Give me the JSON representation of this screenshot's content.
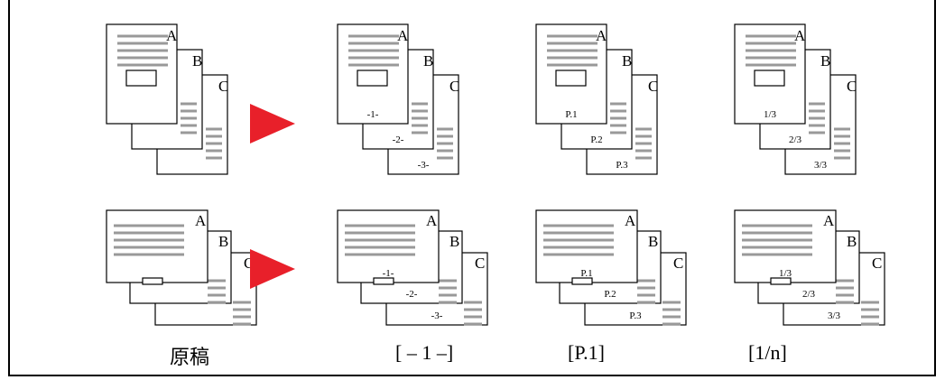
{
  "header_fragment": "",
  "page_letters": [
    "A",
    "B",
    "C"
  ],
  "diagram": {
    "rows": [
      {
        "orientation": "portrait",
        "original_label": "原稿"
      },
      {
        "orientation": "landscape",
        "original_label": ""
      }
    ],
    "formats": [
      {
        "numbers": [
          "-1-",
          "-2-",
          "-3-"
        ],
        "caption": "[ – 1 –]"
      },
      {
        "numbers": [
          "P.1",
          "P.2",
          "P.3"
        ],
        "caption": "[P.1]"
      },
      {
        "numbers": [
          "1/3",
          "2/3",
          "3/3"
        ],
        "caption": "[1/n]"
      }
    ]
  },
  "colors": {
    "arrow": "#e8202a",
    "line": "#999999",
    "border": "#000000",
    "circle": "#b5b5b5"
  }
}
